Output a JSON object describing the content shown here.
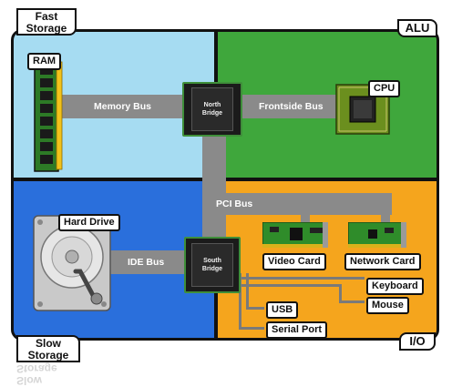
{
  "regions": {
    "fast_storage": "Fast\nStorage",
    "alu": "ALU",
    "slow_storage": "Slow\nStorage",
    "io": "I/O"
  },
  "components": {
    "ram": "RAM",
    "cpu": "CPU",
    "hard_drive": "Hard Drive",
    "video_card": "Video Card",
    "network_card": "Network Card",
    "keyboard": "Keyboard",
    "mouse": "Mouse",
    "usb": "USB",
    "serial_port": "Serial Port",
    "north_bridge": "North\nBridge",
    "south_bridge": "South\nBridge"
  },
  "buses": {
    "memory_bus": "Memory Bus",
    "frontside_bus": "Frontside Bus",
    "pci_bus": "PCI Bus",
    "ide_bus": "IDE Bus"
  },
  "colors": {
    "fast_storage": "#a6dcf2",
    "alu": "#3fa73c",
    "slow_storage": "#2a6fdc",
    "io": "#f5a51d",
    "bus": "#8a8a8a"
  }
}
